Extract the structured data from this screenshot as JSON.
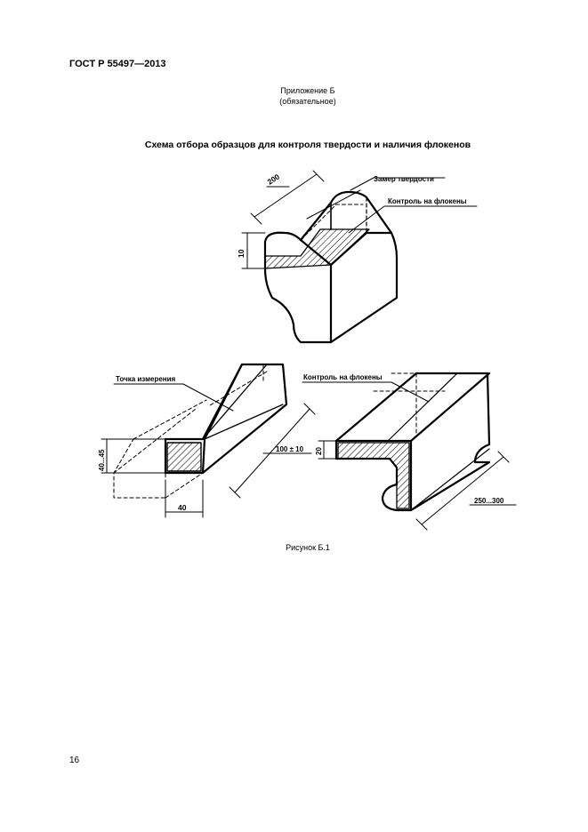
{
  "header": {
    "standard": "ГОСТ Р 55497—2013"
  },
  "annex": {
    "title": "Приложение Б",
    "status": "(обязательное)"
  },
  "figure": {
    "title": "Схема отбора образцов для контроля твердости и наличия флокенов",
    "caption": "Рисунок Б.1",
    "labels": {
      "hardness": "Замер твердости",
      "flakes_top": "Контроль на флокены",
      "measure_point": "Точка измерения",
      "flakes_right": "Контроль на флокены"
    },
    "dimensions": {
      "top_length": "200",
      "top_height": "10",
      "left_height": "40...45",
      "left_width": "40",
      "left_length": "100 ± 10",
      "right_height": "20",
      "right_length": "250...300"
    }
  },
  "footer": {
    "page_number": "16"
  }
}
